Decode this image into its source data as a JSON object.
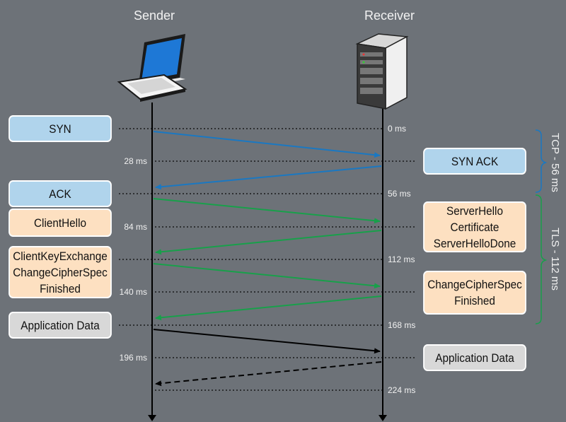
{
  "actors": {
    "sender": "Sender",
    "receiver": "Receiver"
  },
  "sender_boxes": [
    {
      "text": "SYN",
      "style": "blue"
    },
    {
      "text": "ACK",
      "style": "blue"
    },
    {
      "text": "ClientHello",
      "style": "orange"
    },
    {
      "text": "ClientKeyExchange\nChangeCipherSpec\nFinished",
      "style": "orange"
    },
    {
      "text": "Application Data",
      "style": "grey"
    }
  ],
  "receiver_boxes": [
    {
      "text": "SYN ACK",
      "style": "blue"
    },
    {
      "text": "ServerHello\nCertificate\nServerHelloDone",
      "style": "orange"
    },
    {
      "text": "ChangeCipherSpec\nFinished",
      "style": "orange"
    },
    {
      "text": "Application Data",
      "style": "grey"
    }
  ],
  "times_right": [
    "0 ms",
    "56 ms",
    "112 ms",
    "168 ms",
    "224 ms"
  ],
  "times_left": [
    "28 ms",
    "84 ms",
    "140 ms",
    "196 ms"
  ],
  "phases": {
    "tcp": "TCP - 56 ms",
    "tls": "TLS - 112 ms"
  },
  "colors": {
    "background": "#6d7278",
    "tcp_arrow": "#1a78c2",
    "tls_arrow": "#18a04a",
    "data_arrow": "#000000"
  }
}
